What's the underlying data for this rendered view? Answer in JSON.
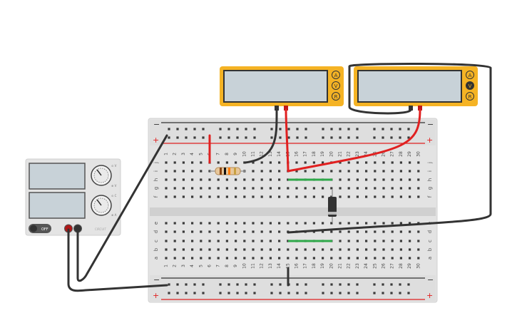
{
  "power_supply": {
    "switch_label": "OFF",
    "brand_label": "CIRCUIT",
    "knob1_labels": [
      "⊙ V",
      "⊕ V"
    ],
    "knob2_labels": [
      "⊙ C",
      "⊕ A"
    ]
  },
  "multimeters": [
    {
      "modes": [
        "A",
        "V",
        "R"
      ],
      "active_mode": "V"
    },
    {
      "modes": [
        "A",
        "V",
        "R"
      ],
      "active_mode": "V"
    }
  ],
  "breadboard": {
    "column_numbers": [
      "1",
      "2",
      "3",
      "4",
      "5",
      "6",
      "7",
      "8",
      "9",
      "10",
      "11",
      "12",
      "13",
      "14",
      "15",
      "16",
      "17",
      "18",
      "19",
      "20",
      "21",
      "22",
      "23",
      "24",
      "25",
      "26",
      "27",
      "28",
      "29",
      "30"
    ],
    "row_letters_top": [
      "j",
      "i",
      "h",
      "g",
      "f"
    ],
    "row_letters_bottom": [
      "e",
      "d",
      "c",
      "b",
      "a"
    ],
    "rail_minus": "−",
    "rail_plus": "+"
  },
  "colors": {
    "multimeter_body": "#f5b324",
    "screen": "#c8d2d8",
    "wire_red": "#e02020",
    "wire_black": "#333333",
    "wire_green": "#2fa84a",
    "breadboard": "#e6e6e6"
  }
}
